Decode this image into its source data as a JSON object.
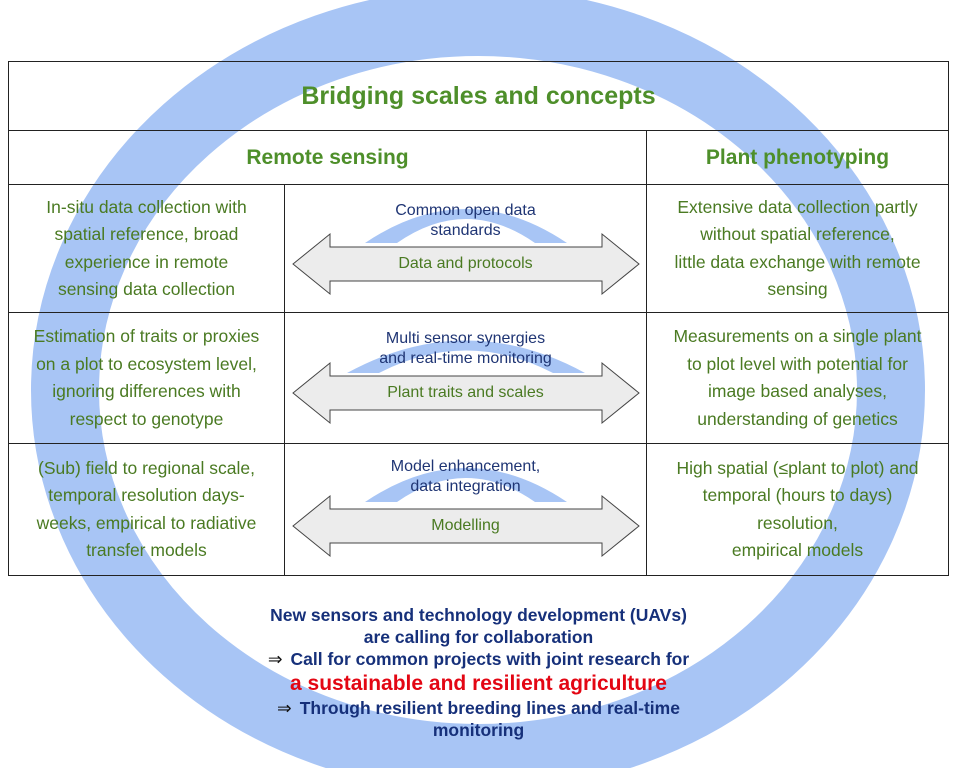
{
  "title": "Bridging scales and concepts",
  "headers": {
    "left": "Remote sensing",
    "right": "Plant phenotyping"
  },
  "colors": {
    "ring": "#a8c5f5",
    "green_text": "#4a7a22",
    "title_green": "#4e8f2a",
    "navy": "#1f3574",
    "red": "#e30613",
    "arrow_fill": "#ececec"
  },
  "rows": [
    {
      "left": "In-situ data collection with\nspatial reference, broad\nexperience in remote\nsensing data collection",
      "top_label": "Common open data\nstandards",
      "arrow_label": "Data and protocols",
      "right": "Extensive data collection partly\nwithout spatial reference,\nlittle data exchange with remote\nsensing"
    },
    {
      "left": "Estimation of traits or proxies\non a plot to ecosystem level,\nignoring differences with\nrespect to genotype",
      "top_label": "Multi sensor synergies\nand real-time monitoring",
      "arrow_label": "Plant traits and scales",
      "right": "Measurements on a single plant\nto plot level with potential for\nimage based analyses,\nunderstanding of genetics"
    },
    {
      "left": "(Sub) field to regional scale,\ntemporal resolution days-\nweeks, empirical to radiative\ntransfer models",
      "top_label": "Model enhancement,\ndata integration",
      "arrow_label": "Modelling",
      "right": "High spatial (≤plant to plot) and\ntemporal (hours to days)\nresolution,\nempirical models"
    }
  ],
  "bottom": {
    "line1": "New sensors and technology development (UAVs)",
    "line2": "are calling for collaboration",
    "implies": "⇒",
    "line3": "Call for common projects with joint research for",
    "highlight": "a sustainable and resilient agriculture",
    "line4": "Through resilient breeding lines and real-time",
    "line5": "monitoring"
  }
}
